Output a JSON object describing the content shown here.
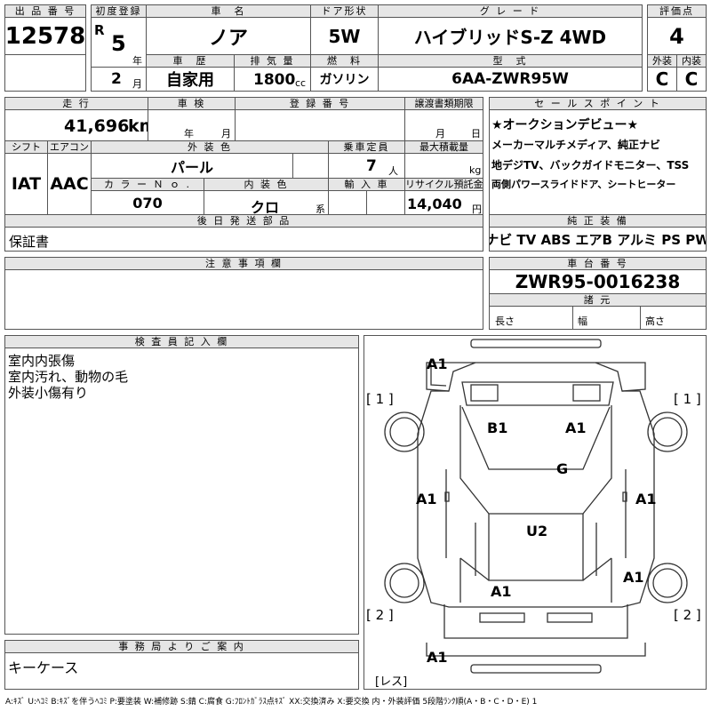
{
  "header": {
    "lot_label": "出 品 番 号",
    "lot_no": "12578",
    "first_reg_label": "初度登録",
    "era": "R",
    "year": "5",
    "year_unit": "年",
    "month": "2",
    "month_unit": "月",
    "car_name_label": "車　名",
    "car_name": "ノア",
    "door_label": "ドア形状",
    "door": "5W",
    "grade_label": "グ レ ー ド",
    "grade": "ハイブリッドS-Z 4WD",
    "score_label": "評価点",
    "score": "4",
    "history_label": "車　歴",
    "history": "自家用",
    "displacement_label": "排 気 量",
    "displacement": "1800",
    "cc": "cc",
    "fuel_label": "燃　料",
    "fuel": "ガソリン",
    "model_label": "型　式",
    "model": "6AA-ZWR95W",
    "ext_label": "外装",
    "int_label": "内装",
    "ext_score": "C",
    "int_score": "C"
  },
  "row2": {
    "mileage_label": "走 行",
    "mileage": "41,696",
    "km": "km",
    "inspection_label": "車 検",
    "insp_year_unit": "年",
    "insp_month_unit": "月",
    "reg_no_label": "登 録 番 号",
    "transfer_label": "譲渡書類期限",
    "tr_month_unit": "月",
    "tr_day_unit": "日",
    "shift_label": "シフト",
    "ac_label": "エアコン",
    "shift": "IAT",
    "ac": "AAC",
    "color_label": "外 装 色",
    "color": "パール",
    "capacity_label": "乗車定員",
    "capacity": "7",
    "capacity_unit": "人",
    "maxload_label": "最大積載量",
    "maxload_unit": "kg",
    "color_no_label": "カ ラ ー Ｎ ｏ .",
    "color_no": "070",
    "int_color_label": "内 装 色",
    "int_color": "クロ",
    "int_color_unit": "系",
    "import_label": "輸 入 車",
    "recycle_label": "リサイクル預託金",
    "recycle": "14,040",
    "recycle_unit": "円",
    "later_label": "後 日 発 送 部 品",
    "later": "保証書"
  },
  "sales": {
    "label": "セ ー ル ス ポ イ ン ト",
    "lines": [
      "★オークションデビュー★",
      "メーカーマルチメディア、純正ナビ",
      "地デジTV、バックガイドモニター、TSS",
      "両側パワースライドドア、シートヒーター"
    ]
  },
  "equipment": {
    "label": "純 正 装 備",
    "items": "ナビ TV ABS エアB アルミ PS PW"
  },
  "notes_label": "注 意 事 項 欄",
  "chassis": {
    "label": "車 台 番 号",
    "number": "ZWR95-0016238",
    "spec_label": "諸 元",
    "length": "長さ",
    "width": "幅",
    "height": "高さ"
  },
  "inspector": {
    "label": "検 査 員 記 入 欄",
    "lines": [
      "室内内張傷",
      "室内汚れ、動物の毛",
      "外装小傷有り"
    ]
  },
  "office": {
    "label": "事 務 局 よ り ご 案 内",
    "text": "キーケース"
  },
  "diagram_marks": {
    "m1": "A1",
    "m2": "B1",
    "m3": "A1",
    "m4": "G",
    "m5": "A1",
    "m6": "A1",
    "m7": "U2",
    "m8": "A1",
    "m9": "A1",
    "m10": "A1",
    "tag1l": "[ 1 ]",
    "tag1r": "[ 1 ]",
    "tag2l": "[ 2 ]",
    "tag2r": "[ 2 ]",
    "les": "[レス]"
  },
  "legend": "A:ｷｽﾞ U:ﾍｺﾐ B:ｷｽﾞを伴うﾍｺﾐ P:要塗装 W:補修跡 S:錆 C:腐食 G:ﾌﾛﾝﾄｶﾞﾗｽ点ｷｽﾞ XX:交換済み X:要交換 内・外装評価 5段階ﾗﾝｸ順(A・B・C・D・E) 1"
}
